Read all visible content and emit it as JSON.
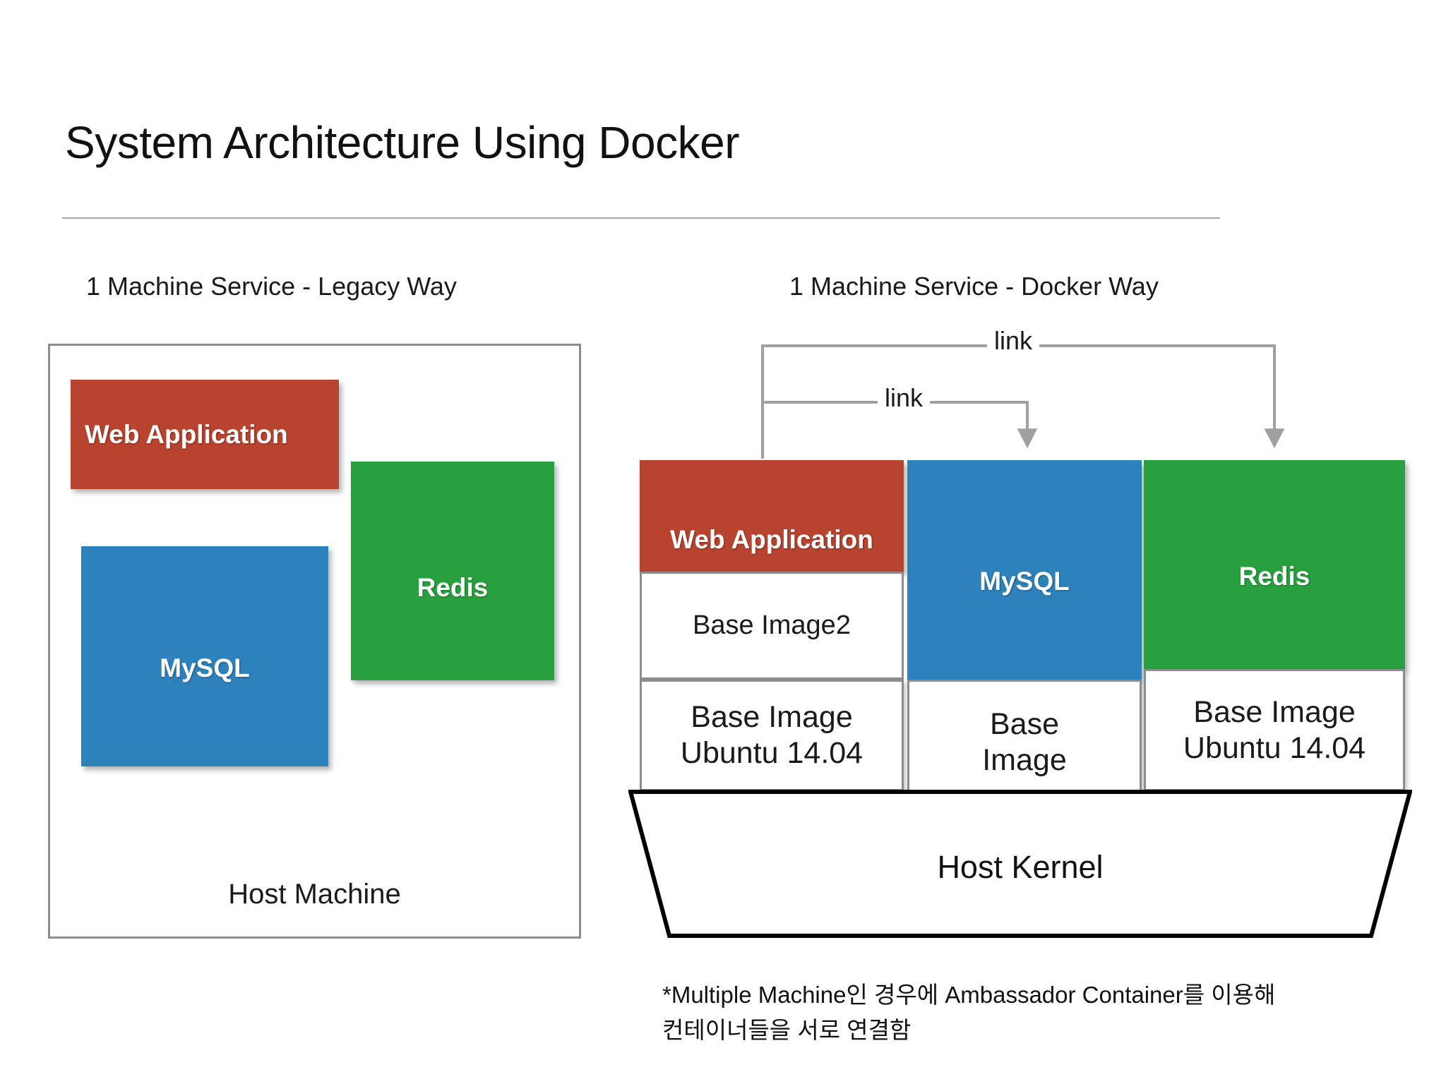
{
  "slide": {
    "title": "System Architecture Using Docker",
    "footnote_line1": "*Multiple Machine인 경우에 Ambassador Container를 이용해",
    "footnote_line2": "컨테이너들을 서로 연결함"
  },
  "legacy": {
    "caption": "1 Machine Service - Legacy Way",
    "host_label": "Host Machine",
    "blocks": [
      {
        "label": "Web Application",
        "color": "#b8432f"
      },
      {
        "label": "MySQL",
        "color": "#2e82bc"
      },
      {
        "label": "Redis",
        "color": "#28a03f"
      }
    ]
  },
  "docker": {
    "caption": "1 Machine Service - Docker Way",
    "host_kernel_label": "Host Kernel",
    "links": [
      {
        "label": "link",
        "from": "Web Application",
        "to": "Redis"
      },
      {
        "label": "link",
        "from": "Web Application",
        "to": "MySQL"
      }
    ],
    "containers": [
      {
        "name": "Web Application",
        "color": "#b8432f",
        "layers": [
          "Base Image2",
          "Base Image\nUbuntu 14.04"
        ],
        "base_image2": "Base Image2",
        "base_line1": "Base Image",
        "base_line2": "Ubuntu 14.04"
      },
      {
        "name": "MySQL",
        "color": "#2e82bc",
        "base_line1": "Base",
        "base_line2": "Image"
      },
      {
        "name": "Redis",
        "color": "#28a03f",
        "base_line1": "Base Image",
        "base_line2": "Ubuntu 14.04"
      }
    ]
  },
  "colors": {
    "red": "#b8432f",
    "blue": "#2e82bc",
    "green": "#28a03f",
    "frame_gray": "#8c8c8c",
    "rule_gray": "#a6a6a6",
    "arrow_gray": "#a0a0a0"
  }
}
